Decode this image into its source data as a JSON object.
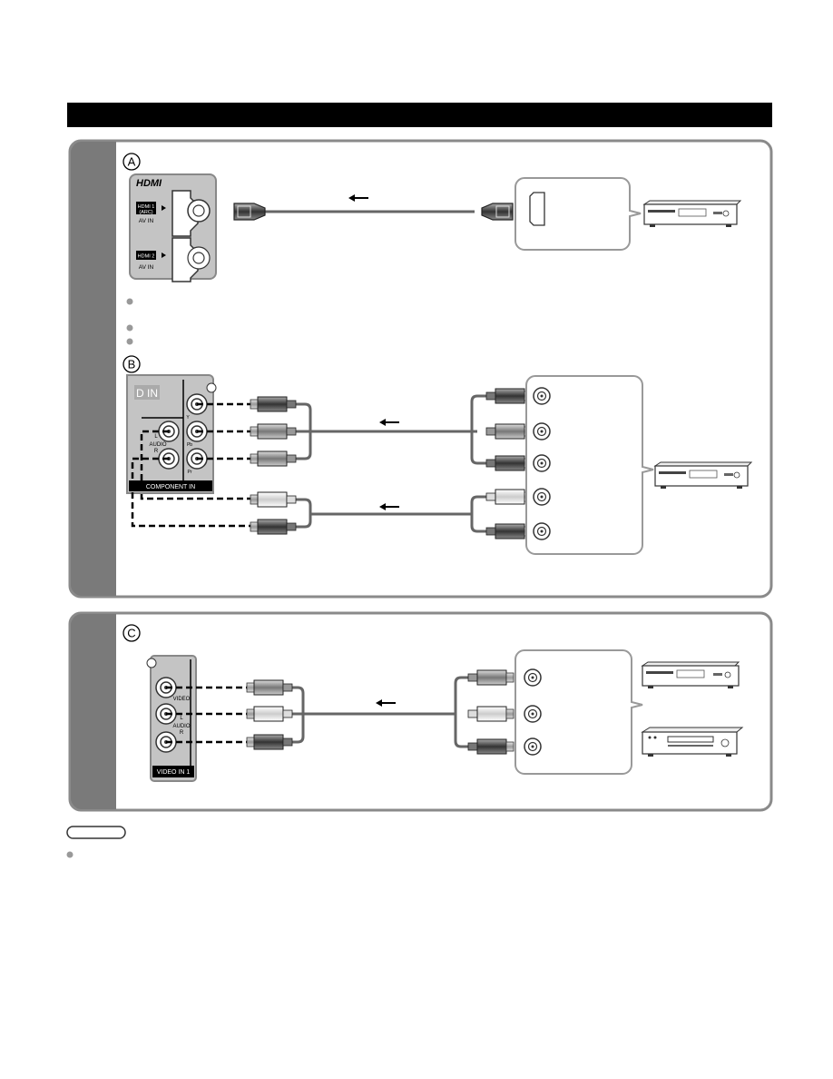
{
  "sections": {
    "a": {
      "letter": "A",
      "logo": "HDMI",
      "port1_label": "HDMI 1",
      "port1_sub": "(ARC)",
      "port1_av": "AV IN",
      "port2_label": "HDMI 2",
      "port2_av": "AV IN"
    },
    "b": {
      "letter": "B",
      "panel_text": "D IN",
      "audio_label": "AUDIO",
      "y_label": "Y",
      "pb_label": "Pb",
      "pr_label": "Pr",
      "l_label": "L",
      "r_label": "R",
      "footer": "COMPONENT IN"
    },
    "c": {
      "letter": "C",
      "video_label": "VIDEO",
      "audio_label": "AUDIO",
      "l_label": "L",
      "r_label": "R",
      "footer": "VIDEO IN 1"
    }
  },
  "icons": [
    "arrow-left-icon",
    "hdmi-plug-icon",
    "rca-plug-icon",
    "dvd-player-icon",
    "vcr-icon"
  ],
  "colors": {
    "header_bar": "#000000",
    "section_sidebar": "#7a7a7a",
    "section_border": "#8a8a8a",
    "port_panel": "#c4c4c4",
    "cable": "#666666"
  }
}
